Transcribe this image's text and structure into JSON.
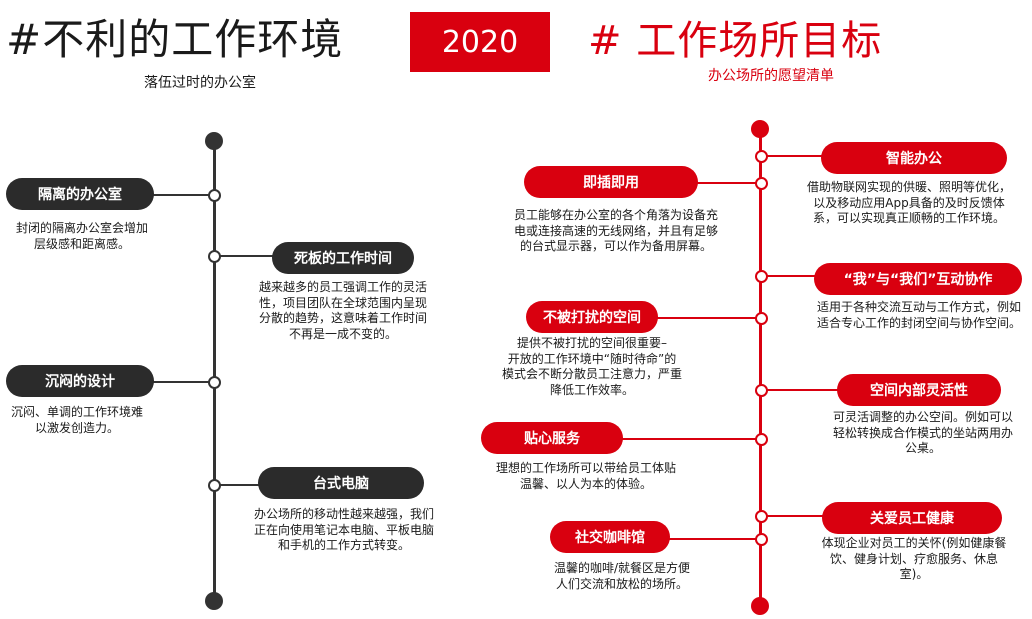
{
  "left": {
    "title": "#不利的工作环境",
    "subtitle": "落伍过时的办公室",
    "items": [
      {
        "label": "隔离的办公室",
        "desc": "封闭的隔离办公室会增加\n层级感和距离感。"
      },
      {
        "label": "死板的工作时间",
        "desc": "越来越多的员工强调工作的灵活\n性，项目团队在全球范围内呈现\n分散的趋势，这意味着工作时间\n不再是一成不变的。"
      },
      {
        "label": "沉闷的设计",
        "desc": "沉闷、单调的工作环境难\n以激发创造力。"
      },
      {
        "label": "台式电脑",
        "desc": "办公场所的移动性越来越强，我们\n正在向使用笔记本电脑、平板电脑\n和手机的工作方式转变。"
      }
    ]
  },
  "year": "2020",
  "right": {
    "title": "# 工作场所目标",
    "subtitle": "办公场所的愿望清单",
    "left_items": [
      {
        "label": "即插即用",
        "desc": "员工能够在办公室的各个角落为设备充\n电或连接高速的无线网络，并且有足够\n的台式显示器，可以作为备用屏幕。"
      },
      {
        "label": "不被打扰的空间",
        "desc": "提供不被打扰的空间很重要–\n开放的工作环境中“随时待命”的\n模式会不断分散员工注意力，严重\n降低工作效率。"
      },
      {
        "label": "贴心服务",
        "desc": "理想的工作场所可以带给员工体贴\n温馨、以人为本的体验。"
      },
      {
        "label": "社交咖啡馆",
        "desc": "温馨的咖啡/就餐区是方便\n人们交流和放松的场所。"
      }
    ],
    "right_items": [
      {
        "label": "智能办公",
        "desc": "借助物联网实现的供暖、照明等优化，\n以及移动应用App具备的及时反馈体\n系，可以实现真正顺畅的工作环境。"
      },
      {
        "label": "“我”与“我们”互动协作",
        "desc": "适用于各种交流互动与工作方式，例如\n适合专心工作的封闭空间与协作空间。"
      },
      {
        "label": "空间内部灵活性",
        "desc": "可灵活调整的办公空间。例如可以\n轻松转换成合作模式的坐站两用办\n公桌。"
      },
      {
        "label": "关爱员工健康",
        "desc": "体现企业对员工的关怀(例如健康餐\n饮、健身计划、疗愈服务、休息\n室)。"
      }
    ]
  },
  "colors": {
    "accent_red": "#d9000f",
    "dark": "#2b2b2b"
  }
}
